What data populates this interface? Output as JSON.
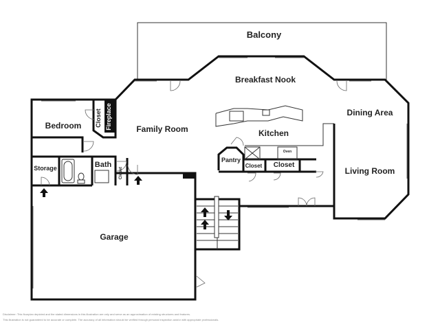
{
  "rooms": {
    "balcony": "Balcony",
    "breakfast_nook": "Breakfast Nook",
    "dining_area": "Dining Area",
    "kitchen": "Kitchen",
    "family_room": "Family Room",
    "bedroom": "Bedroom",
    "closet_bedroom": "Closet",
    "fireplace": "Fireplace",
    "storage": "Storage",
    "bath": "Bath",
    "closet_bath": "Closet",
    "pantry": "Pantry",
    "closet_kitchen_1": "Closet",
    "closet_kitchen_2": "Closet",
    "oven": "Oven",
    "living_room": "Living Room",
    "garage": "Garage"
  },
  "disclaimer": {
    "line1": "Disclaimer: This floorplan depicted and the stated dimensions in this illustration are only and serve as an approximation of existing structures and features.",
    "line2": "This illustration is not guaranteed to be accurate or complete. The accuracy of all information should be verified through personal inspection and/or with appropriate professionals."
  }
}
